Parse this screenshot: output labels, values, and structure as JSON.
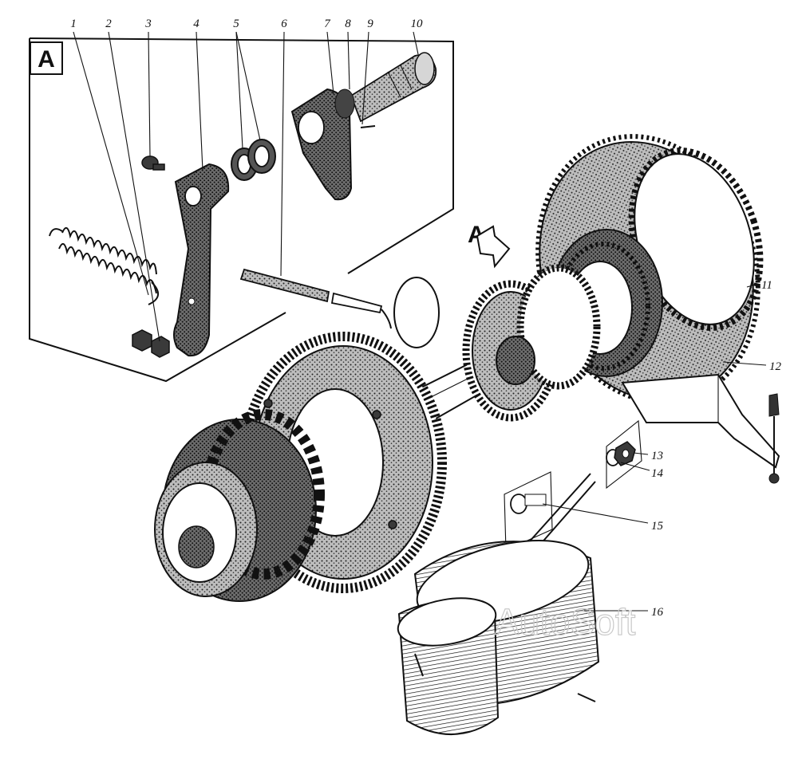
{
  "view_label": "А",
  "view_arrow_label": "А",
  "callouts": [
    {
      "label": "1"
    },
    {
      "label": "2"
    },
    {
      "label": "3"
    },
    {
      "label": "4"
    },
    {
      "label": "5"
    },
    {
      "label": "6"
    },
    {
      "label": "7"
    },
    {
      "label": "8"
    },
    {
      "label": "9"
    },
    {
      "label": "10"
    },
    {
      "label": "11"
    },
    {
      "label": "12"
    },
    {
      "label": "13"
    },
    {
      "label": "14"
    },
    {
      "label": "15"
    },
    {
      "label": "16"
    }
  ],
  "watermark": "AutoSoft"
}
